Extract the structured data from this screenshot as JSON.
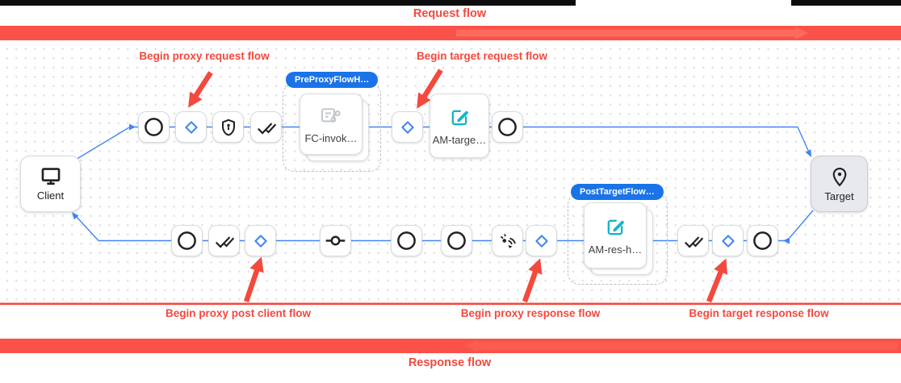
{
  "banners": {
    "request_flow": "Request flow",
    "response_flow": "Response flow"
  },
  "annotations": {
    "begin_proxy_request": "Begin proxy request flow",
    "begin_target_request": "Begin target request flow",
    "begin_proxy_post_client": "Begin proxy post client flow",
    "begin_proxy_response": "Begin proxy response flow",
    "begin_target_response": "Begin target response flow"
  },
  "endpoints": {
    "client": {
      "label": "Client",
      "icon": "monitor-icon"
    },
    "target": {
      "label": "Target",
      "icon": "location-pin-icon"
    }
  },
  "groups": {
    "pre_proxy_flow_hook": {
      "badge": "PreProxyFlowH…",
      "policy": {
        "label": "FC-invok…",
        "icon": "flow-callout-icon"
      }
    },
    "post_target_flow_hook": {
      "badge": "PostTargetFlow…",
      "policy": {
        "label": "AM-res-h…",
        "icon": "edit-icon"
      }
    }
  },
  "policies": {
    "am_target": {
      "label": "AM-targe…",
      "icon": "edit-icon"
    }
  },
  "flow_steps": {
    "request_row_icons": [
      "step-circle",
      "flow-diamond",
      "security-shield",
      "double-check",
      "flow-diamond",
      "step-circle"
    ],
    "response_row_icons": [
      "step-circle",
      "double-check",
      "flow-diamond",
      "commit-node",
      "step-circle",
      "step-circle",
      "sensors",
      "flow-diamond",
      "double-check",
      "flow-diamond",
      "step-circle"
    ]
  },
  "icons": {
    "monitor-icon": "desktop monitor",
    "location-pin-icon": "map pin",
    "step-circle-icon": "outlined circle",
    "flow-diamond-icon": "blue outlined diamond",
    "security-shield-icon": "shield with keyhole",
    "double-check-icon": "double checkmark",
    "commit-node-icon": "circle with side lines",
    "sensors-icon": "radiating signal arcs",
    "edit-icon": "pencil over square",
    "flow-callout-icon": "document with branch nodes"
  },
  "colors": {
    "annotation_red": "#f4493d",
    "bar_red": "#fa5148",
    "bar_arrow_red": "#fc6e63",
    "badge_blue": "#1a73e8",
    "line_blue": "#4285f4",
    "teal_icon": "#12b5cb",
    "gray_icon": "#c4c8ce"
  }
}
